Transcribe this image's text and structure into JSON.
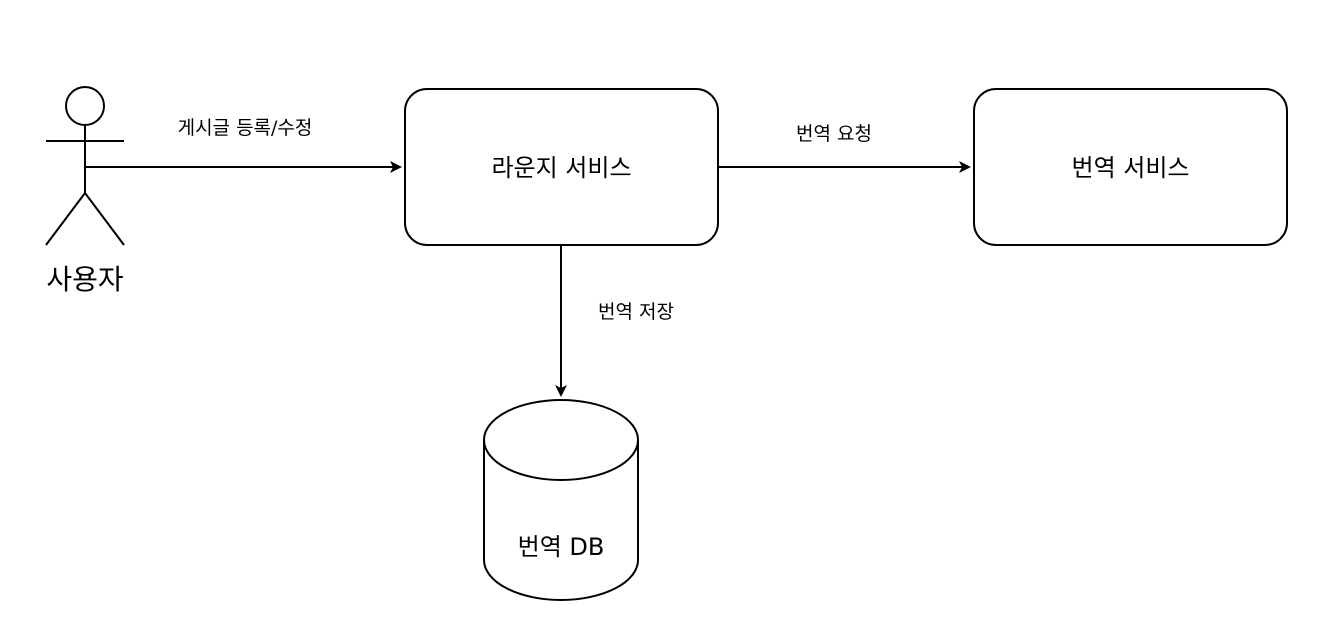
{
  "diagram": {
    "type": "architecture-flow",
    "nodes": {
      "user": {
        "label": "사용자",
        "shape": "actor"
      },
      "lounge": {
        "label": "라운지 서비스",
        "shape": "rounded-rect"
      },
      "translate": {
        "label": "번역 서비스",
        "shape": "rounded-rect"
      },
      "db": {
        "label": "번역 DB",
        "shape": "cylinder"
      }
    },
    "edges": {
      "post": {
        "from": "user",
        "to": "lounge",
        "label": "게시글 등록/수정"
      },
      "request": {
        "from": "lounge",
        "to": "translate",
        "label": "번역 요청"
      },
      "save": {
        "from": "lounge",
        "to": "db",
        "label": "번역 저장"
      }
    },
    "colors": {
      "stroke": "#000000",
      "fill": "#ffffff",
      "text": "#000000"
    }
  }
}
